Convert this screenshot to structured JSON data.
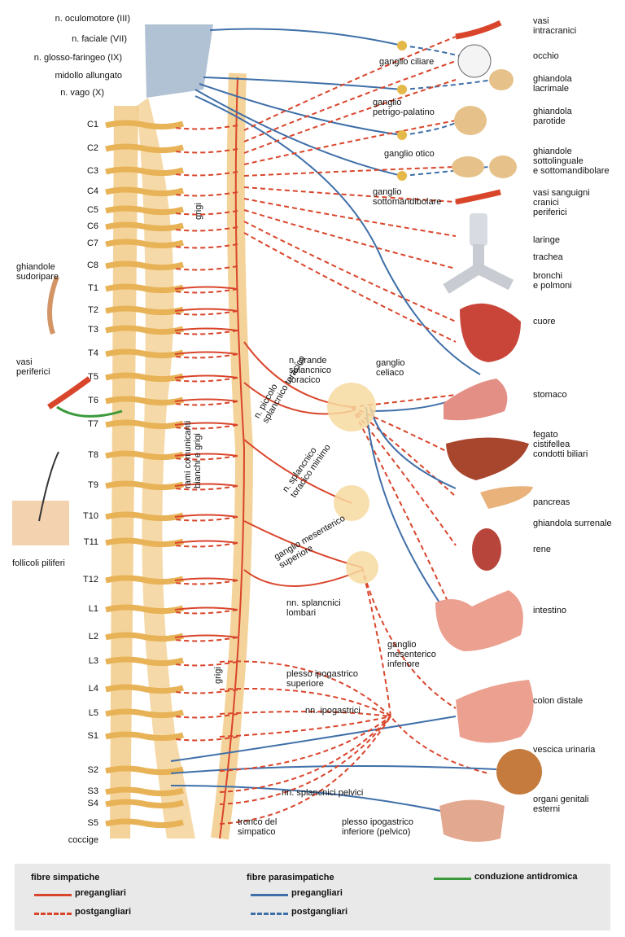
{
  "labels_left": {
    "oculomotore": "n. oculomotore (III)",
    "faciale": "n. faciale (VII)",
    "glosso": "n. glosso-faringeo (IX)",
    "midollo": "midollo allungato",
    "vago": "n. vago (X)",
    "sudoripare": "ghiandole\nsudoripare",
    "vasi_periferici": "vasi\nperiferici",
    "follicoli": "follicoli piliferi"
  },
  "segments": [
    "C1",
    "C2",
    "C3",
    "C4",
    "C5",
    "C6",
    "C7",
    "C8",
    "T1",
    "T2",
    "T3",
    "T4",
    "T5",
    "T6",
    "T7",
    "T8",
    "T9",
    "T10",
    "T11",
    "T12",
    "L1",
    "L2",
    "L3",
    "L4",
    "L5",
    "S1",
    "S2",
    "S3",
    "S4",
    "S5",
    "coccige"
  ],
  "ganglia": {
    "ciliare": "ganglio ciliare",
    "petrigo": "ganglio\npetrigo-palatino",
    "otico": "ganglio otico",
    "sottomandibolare": "ganglio\nsottomandibolare",
    "celiaco": "ganglio\nceliaco",
    "grande_splancnico": "n. grande\nsplancnico\ntoracico",
    "piccolo_splancnico": "n. piccolo\nsplancnico toracico",
    "splancnico_minimo": "n. splancnico\ntoracico minimo",
    "mesenterico_sup": "ganglio mesenterico\nsuperiore",
    "splancnici_lombari": "nn. splancnici\nlombari",
    "mesenterico_inf": "ganglio\nmesenterico\ninferiore",
    "plesso_sup": "plesso ipogastrico\nsuperiore",
    "ipogastrici": "nn. ipogastrici",
    "splancnici_pelvici": "nn. splancnici pelvici",
    "plesso_inf": "plesso ipogastrico\ninferiore (pelvico)",
    "tronco": "tronco del\nsimpatico",
    "rami": "rami comunicanti\nbianchi e grigi",
    "grigi": "grigi"
  },
  "organs": [
    "vasi\nintracranici",
    "occhio",
    "ghiandola\nlacrimale",
    "ghiandola\nparotide",
    "ghiandole\nsottolinguale\ne sottomandibolare",
    "vasi sanguigni\ncranici\nperiferici",
    "laringe",
    "trachea",
    "bronchi\ne polmoni",
    "cuore",
    "stomaco",
    "fegato\ncistifellea\ncondotti biliari",
    "pancreas",
    "ghiandola surrenale",
    "rene",
    "intestino",
    "colon distale",
    "vescica urinaria",
    "organi genitali\nesterni"
  ],
  "legend": {
    "simp_title": "fibre simpatiche",
    "simp_pre": "pregangliari",
    "simp_post": "postgangliari",
    "para_title": "fibre parasimpatiche",
    "para_pre": "pregangliari",
    "para_post": "postgangliari",
    "antidromica": "conduzione antidromica"
  },
  "colors": {
    "sympathetic": "#d9452b",
    "parasympathetic": "#3f6fa8",
    "antidromic": "#3a9a3a",
    "spine": "#f0c070",
    "ganglion": "#f7d9a0"
  }
}
